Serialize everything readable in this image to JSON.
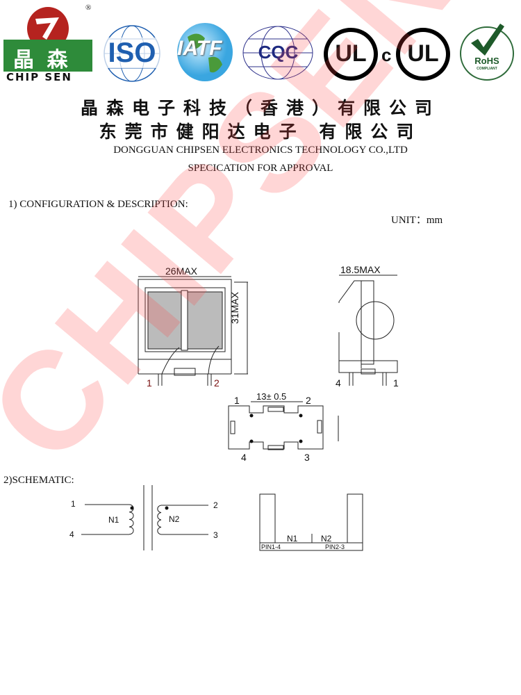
{
  "header": {
    "logos": {
      "chipsen_cn": "晶 森",
      "chipsen_en": "CHIP SEN",
      "registered": "®",
      "iso": "ISO",
      "iatf": "IATF",
      "cqc": "CQC",
      "ul": "UL",
      "cul_c": "c",
      "rohs": "RoHS",
      "rohs_sub": "COMPLIANT"
    },
    "company_cn_1": "晶森电子科技（香港）有限公司",
    "company_cn_2": "东莞市健阳达电子 有限公司",
    "company_en": "DONGGUAN CHIPSEN ELECTRONICS TECHNOLOGY  CO.,LTD",
    "doc_title": "SPECICATION FOR APPROVAL"
  },
  "section1": {
    "title": "1) CONFIGURATION & DESCRIPTION:",
    "unit": "UNIT：mm",
    "front": {
      "width": "26MAX",
      "height": "31MAX",
      "pin_left": "1",
      "pin_right": "2"
    },
    "side": {
      "depth": "18.5MAX",
      "pin_left": "4",
      "pin_right": "1"
    },
    "bottom": {
      "pitch": "13± 0.5",
      "pins": [
        "1",
        "2",
        "4",
        "3"
      ]
    }
  },
  "section2": {
    "title": "2)SCHEMATIC:",
    "pins": [
      "1",
      "4",
      "2",
      "3"
    ],
    "windings": [
      "N1",
      "N2"
    ],
    "bobbin_labels": [
      "PIN1-4",
      "PIN2-3"
    ]
  },
  "watermark": "CHIPSEN",
  "colors": {
    "logo_green": "#2e8b3a",
    "logo_red": "#b5231f",
    "iso_blue": "#1f5fb0",
    "watermark": "#ff4646"
  }
}
